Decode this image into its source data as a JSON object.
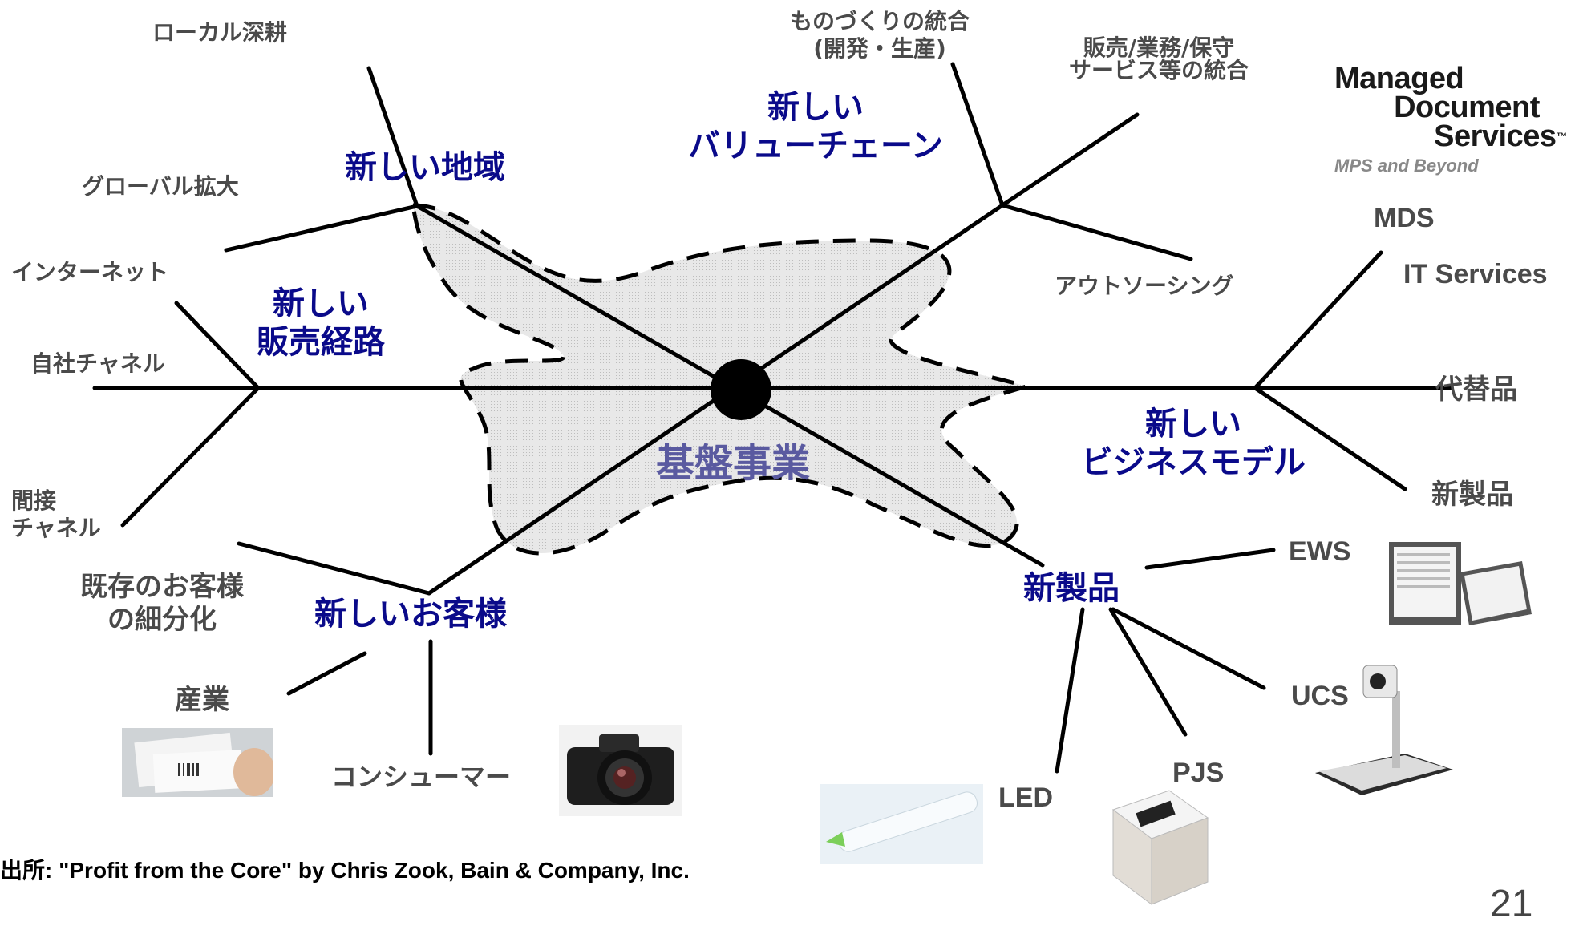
{
  "core": {
    "label": "基盤事業"
  },
  "branches": {
    "new_region": {
      "label": "新しい地域",
      "items": [
        "ローカル深耕",
        "グローバル拡大"
      ]
    },
    "new_channel": {
      "label_lines": [
        "新しい",
        "販売経路"
      ],
      "items": [
        "インターネット",
        "自社チャネル"
      ],
      "indirect_lines": [
        "間接",
        "チャネル"
      ]
    },
    "new_value_chain": {
      "label_lines": [
        "新しい",
        "バリューチェーン"
      ],
      "item1_lines": [
        "ものづくりの統合",
        "(開発・生産)"
      ],
      "item2_lines": [
        "販売/業務/保守",
        "サービス等の統合"
      ],
      "item3": "アウトソーシング"
    },
    "new_business_model": {
      "label_lines": [
        "新しい",
        "ビジネスモデル"
      ],
      "items": [
        "MDS",
        "IT Services",
        "代替品",
        "新製品"
      ]
    },
    "new_customers": {
      "label": "新しいお客様",
      "existing_lines": [
        "既存のお客様",
        "の細分化"
      ],
      "items": [
        "産業",
        "コンシューマー"
      ]
    },
    "new_products": {
      "label": "新製品",
      "items": [
        "EWS",
        "UCS",
        "PJS",
        "LED"
      ]
    }
  },
  "logo": {
    "line1": "Managed",
    "line2": "Document",
    "line3": "Services",
    "tm": "™",
    "subtitle": "MPS and Beyond"
  },
  "footnote": "出所: \"Profit from the Core\" by Chris Zook, Bain & Company, Inc.",
  "page_number": "21",
  "colors": {
    "branch_label": "#0a0a8a",
    "item_label": "#4a4a4a",
    "core_label": "#5a5aa0",
    "blob_fill": "#e6e6e6",
    "line": "#000000"
  },
  "images": [
    "ticket-photo",
    "camera-photo",
    "led-tube-photo",
    "projector-photo",
    "tablet-photo",
    "camera-stand-photo"
  ]
}
